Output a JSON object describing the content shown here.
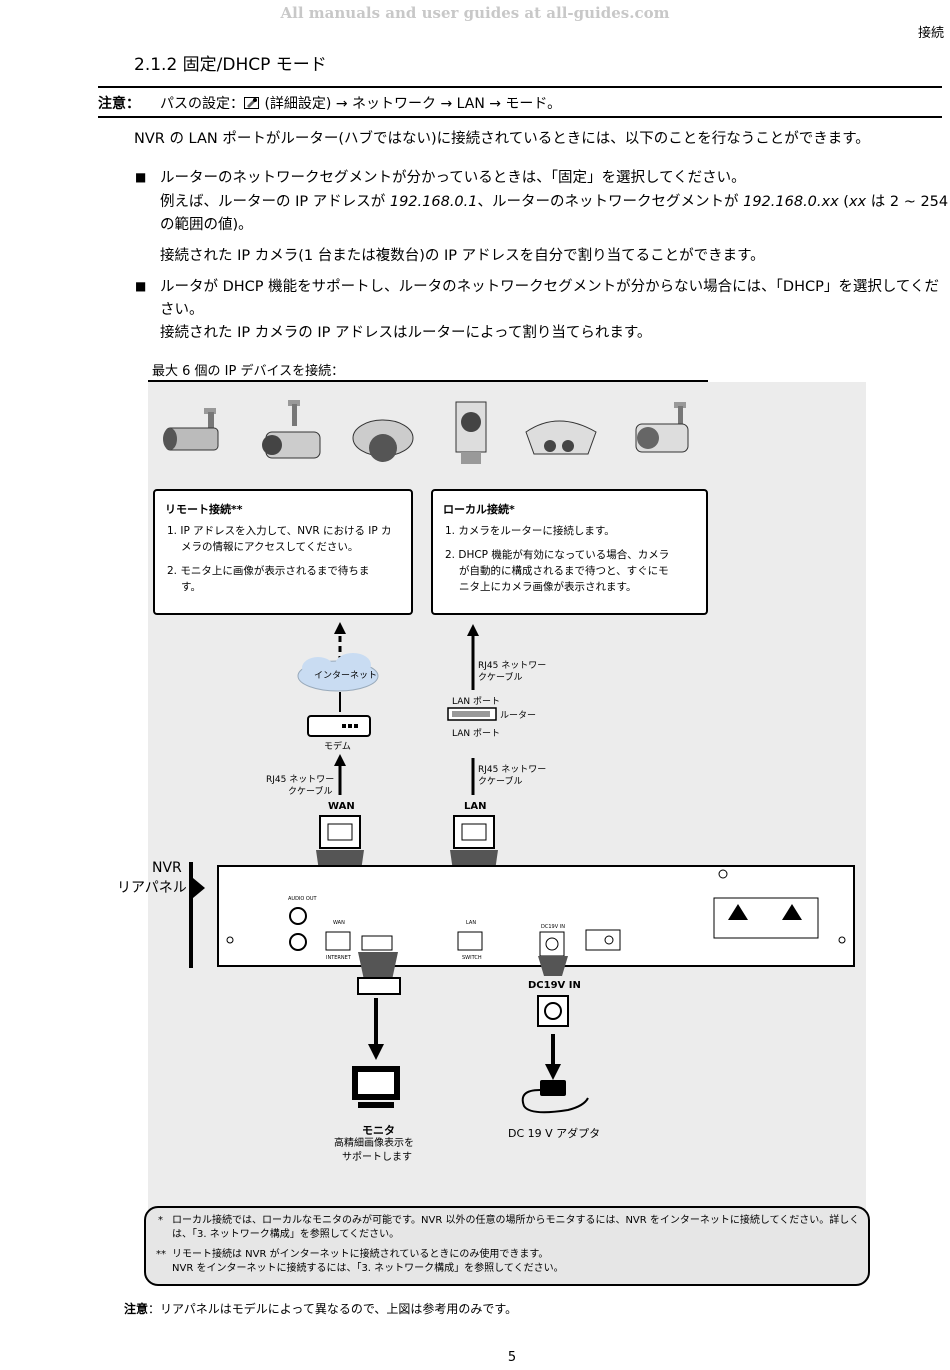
{
  "header": {
    "watermark": "All manuals and user guides at all-guides.com",
    "section_tag": "接続"
  },
  "section": {
    "number_title": "2.1.2  固定/DHCP モード"
  },
  "note_path": {
    "label": "注意：",
    "text_prefix": "パスの設定：",
    "text_suffix": " (詳細設定)  →  ネットワーク  →  LAN  →  モード。"
  },
  "intro": "NVR の LAN ポートがルーター(ハブではない)に接続されているときには、以下のことを行なうことができます。",
  "bullets": [
    {
      "line1": "ルーターのネットワークセグメントが分かっているときは、「固定」を選択してください。",
      "line2_a": "例えば、ルーターの IP アドレスが ",
      "line2_ip": "192.168.0.1",
      "line2_b": "、ルーターのネットワークセグメントが ",
      "line2_seg": "192.168.0.xx",
      "line2_c": " (",
      "line2_xx": "xx",
      "line2_d": "  は 2 ~ 254",
      "line3": "の範囲の値)。",
      "line4": "接続された IP カメラ(1 台または複数台)の IP アドレスを自分で割り当てることができます。"
    },
    {
      "line1": "ルータが DHCP 機能をサポートし、ルータのネットワークセグメントが分からない場合には、「DHCP」を選択してくだ",
      "line2": "さい。",
      "line3": "接続された IP カメラの IP アドレスはルーターによって割り当てられます。"
    }
  ],
  "figure": {
    "caption": "最大 6 個の IP デバイスを接続：",
    "remote_box": {
      "title": "リモート接続**",
      "items": [
        "1. IP アドレスを入力して、NVR における IP カ",
        "メラの情報にアクセスしてください。",
        "2. モニタ上に画像が表示されるまで待ちま",
        "す。"
      ]
    },
    "local_box": {
      "title": "ローカル接続*",
      "items": [
        "1. カメラをルーターに接続します。",
        "2. DHCP  機能が有効になっている場合、カメラ",
        "が自動的に構成されるまで待つと、すぐにモ",
        "ニタ上にカメラ画像が表示されます。"
      ]
    },
    "labels": {
      "internet": "インターネット",
      "modem": "モデム",
      "rj45_1a": "RJ45 ネットワー",
      "rj45_1b": "クケーブル",
      "rj45_2a": "RJ45 ネットワー",
      "rj45_2b": "クケーブル",
      "rj45_3a": "RJ45 ネットワー",
      "rj45_3b": "クケーブル",
      "lan_port_top": "LAN ポート",
      "router": "ルーター",
      "lan_port_bottom": "LAN ポート",
      "wan": "WAN",
      "lan": "LAN",
      "nvr_a": "NVR",
      "nvr_b": "リアパネル",
      "audio_out": "AUDIO OUT",
      "panel_wan": "WAN",
      "panel_internet": "INTERNET",
      "panel_lan": "LAN",
      "panel_switch": "SWITCH",
      "panel_dc": "DC19V IN",
      "dc19v_in": "DC19V IN",
      "monitor": "モニタ",
      "monitor_sub1": "高精細画像表示を",
      "monitor_sub2": "サポートします",
      "adapter": "DC 19 V アダプタ"
    }
  },
  "footnotes": {
    "f1_mark": "*",
    "f1_line1": "ローカル接続では、ローカルなモニタのみが可能です。NVR 以外の任意の場所からモニタするには、NVR をインターネットに接続してください。詳しく",
    "f1_line2": "は、「3.  ネットワーク構成」を参照してください。",
    "f2_mark": "**",
    "f2_line1": "リモート接続は NVR がインターネットに接続されているときにのみ使用できます。",
    "f2_line2": "NVR をインターネットに接続するには、「3.  ネットワーク構成」を参照してください。"
  },
  "bottom_note": {
    "label": "注意",
    "text": "：リアパネルはモデルによって異なるので、上図は参考用のみです。"
  },
  "page_number": "5"
}
